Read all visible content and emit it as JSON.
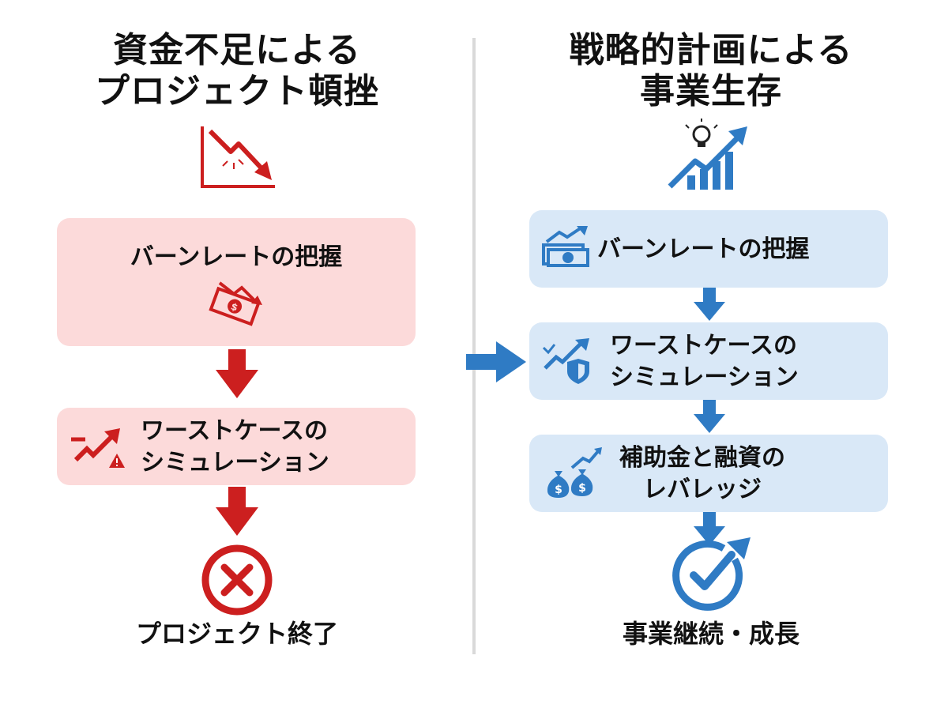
{
  "left": {
    "title_line1": "資金不足による",
    "title_line2": "プロジェクト頓挫",
    "title_icon": "declining-chart-icon",
    "steps": [
      {
        "label": "バーンレートの把握",
        "icon": "falling-money-icon"
      },
      {
        "label_line1": "ワーストケースの",
        "label_line2": "シミュレーション",
        "icon": "warning-trend-icon"
      }
    ],
    "result_label": "プロジェクト終了",
    "result_icon": "x-circle-icon",
    "accent_color": "#cc1f1f"
  },
  "right": {
    "title_line1": "戦略的計画による",
    "title_line2": "事業生存",
    "title_icon": "growth-lightbulb-icon",
    "steps": [
      {
        "label": "バーンレートの把握",
        "icon": "cash-growth-icon"
      },
      {
        "label_line1": "ワーストケースの",
        "label_line2": "シミュレーション",
        "icon": "shield-trend-icon"
      },
      {
        "label_line1": "補助金と融資の",
        "label_line2": "レバレッジ",
        "icon": "money-bags-icon"
      }
    ],
    "result_label": "事業継続・成長",
    "result_icon": "check-circle-icon",
    "accent_color": "#2f7bc4"
  }
}
